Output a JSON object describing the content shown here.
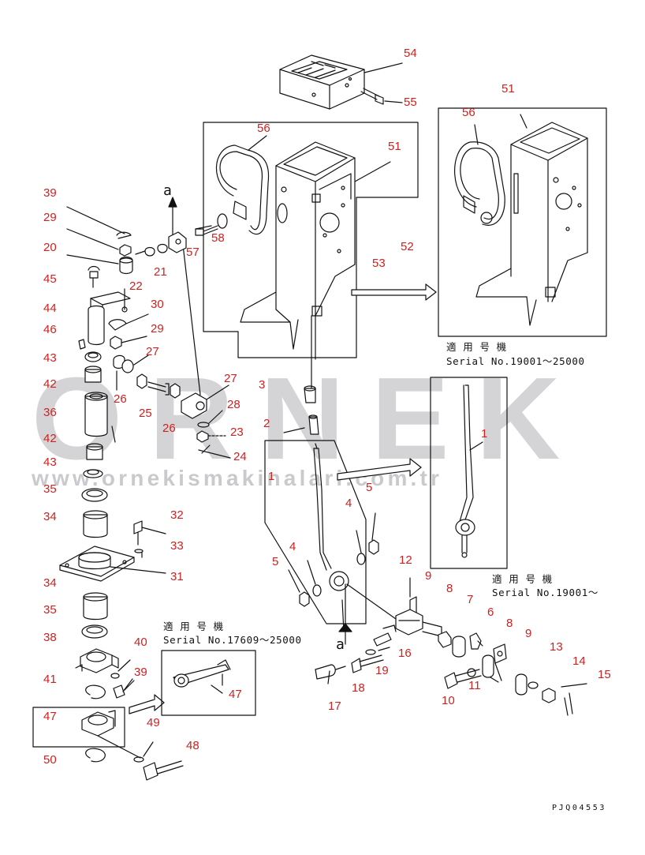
{
  "watermark": {
    "brand": "ORNEK",
    "site": "www.ornekismakinalari.com.tr"
  },
  "drawing_code": "PJQ04553",
  "pointer_label": "a",
  "serials": {
    "top_right": {
      "jp": "適 用 号 機",
      "en": "Serial No.19001～25000"
    },
    "mid_right": {
      "jp": "適 用 号 機",
      "en": "Serial No.19001～"
    },
    "bottom_left": {
      "jp": "適 用 号 機",
      "en": "Serial No.17609～25000"
    }
  },
  "callouts": [
    "54",
    "55",
    "56",
    "51",
    "51",
    "56",
    "39",
    "29",
    "20",
    "45",
    "44",
    "46",
    "43",
    "42",
    "36",
    "42",
    "43",
    "35",
    "34",
    "34",
    "35",
    "38",
    "41",
    "47",
    "50",
    "22",
    "21",
    "57",
    "58",
    "52",
    "53",
    "30",
    "29",
    "27",
    "26",
    "25",
    "26",
    "27",
    "28",
    "23",
    "24",
    "32",
    "33",
    "31",
    "40",
    "39",
    "49",
    "48",
    "47",
    "3",
    "2",
    "1",
    "1",
    "4",
    "5",
    "4",
    "5",
    "12",
    "9",
    "8",
    "7",
    "6",
    "8",
    "9",
    "13",
    "14",
    "15",
    "16",
    "19",
    "17",
    "18",
    "10",
    "11"
  ]
}
